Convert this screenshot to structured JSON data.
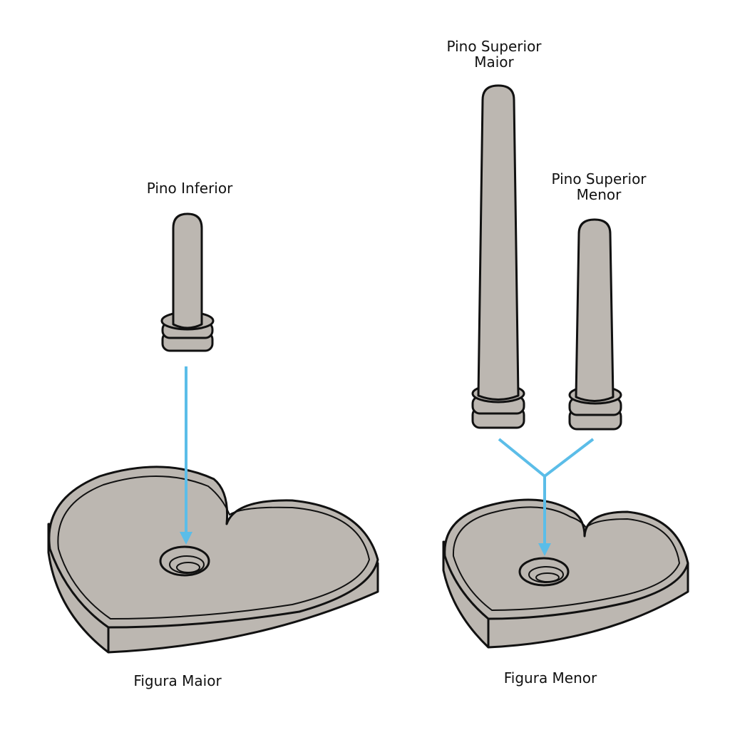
{
  "labels": {
    "pino_inferior": "Pino Inferior",
    "pino_superior_maior_1": "Pino Superior",
    "pino_superior_maior_2": "Maior",
    "pino_superior_menor_1": "Pino Superior",
    "pino_superior_menor_2": "Menor",
    "figura_maior": "Figura Maior",
    "figura_menor": "Figura Menor"
  },
  "colors": {
    "part": "#bcb7b1",
    "arrow": "#5bbde8",
    "outline": "#111111"
  }
}
